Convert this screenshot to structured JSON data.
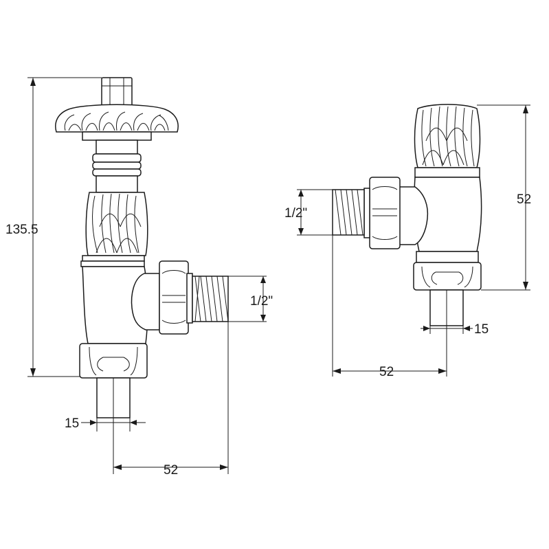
{
  "drawings": {
    "straight_valve": {
      "height_label": "135.5",
      "thread_label": "1/2\"",
      "pipe_label": "15",
      "offset_label": "52"
    },
    "angled_valve": {
      "thread_label": "1/2\"",
      "height_label": "52",
      "pipe_label": "15",
      "offset_label": "52"
    }
  },
  "colors": {
    "line": "#1a1a1a",
    "background": "#ffffff"
  }
}
